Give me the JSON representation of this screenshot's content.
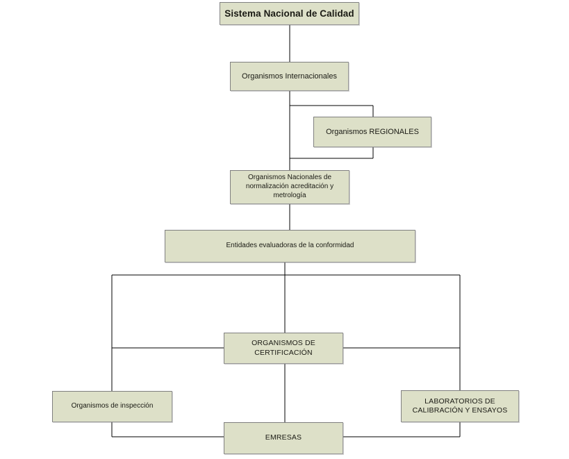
{
  "diagram": {
    "title": "Sistema Nacional de Calidad",
    "background_color": "#ffffff",
    "node_fill_color": "#dde0c8",
    "node_border_color": "#7f7f7f",
    "connector_color": "#000000",
    "nodes": [
      {
        "id": "sistema-nacional-de-calidad",
        "label": "Sistema Nacional de Calidad",
        "level": 0
      },
      {
        "id": "organismos-internacionales",
        "label": "Organismos Internacionales",
        "level": 1
      },
      {
        "id": "organismos-regionales",
        "label": "Organismos REGIONALES",
        "level": 2
      },
      {
        "id": "organismos-nacionales",
        "label": "Organismos Nacionales de normalización acreditación y metrología",
        "level": 3
      },
      {
        "id": "entidades-evaluadoras",
        "label": "Entidades evaluadoras de la conformidad",
        "level": 4
      },
      {
        "id": "organismos-de-certificacion",
        "label": "ORGANISMOS DE CERTIFICACIÓN",
        "level": 5
      },
      {
        "id": "organismos-de-inspeccion",
        "label": "Organismos de inspección",
        "level": 6
      },
      {
        "id": "laboratorios-de-calibracion-y-ensayos",
        "label": "LABORATORIOS DE CALIBRACIÓN Y ENSAYOS",
        "level": 6
      },
      {
        "id": "emresas",
        "label": "EMRESAS",
        "level": 7
      }
    ],
    "edges": [
      {
        "from": "sistema-nacional-de-calidad",
        "to": "organismos-internacionales"
      },
      {
        "from": "organismos-internacionales",
        "to": "organismos-regionales"
      },
      {
        "from": "organismos-regionales",
        "to": "organismos-nacionales"
      },
      {
        "from": "organismos-internacionales",
        "to": "organismos-nacionales"
      },
      {
        "from": "organismos-nacionales",
        "to": "entidades-evaluadoras"
      },
      {
        "from": "entidades-evaluadoras",
        "to": "organismos-de-certificacion"
      },
      {
        "from": "entidades-evaluadoras",
        "to": "organismos-de-inspeccion"
      },
      {
        "from": "entidades-evaluadoras",
        "to": "laboratorios-de-calibracion-y-ensayos"
      },
      {
        "from": "organismos-de-certificacion",
        "to": "emresas"
      },
      {
        "from": "organismos-de-inspeccion",
        "to": "emresas"
      },
      {
        "from": "laboratorios-de-calibracion-y-ensayos",
        "to": "emresas"
      }
    ]
  }
}
